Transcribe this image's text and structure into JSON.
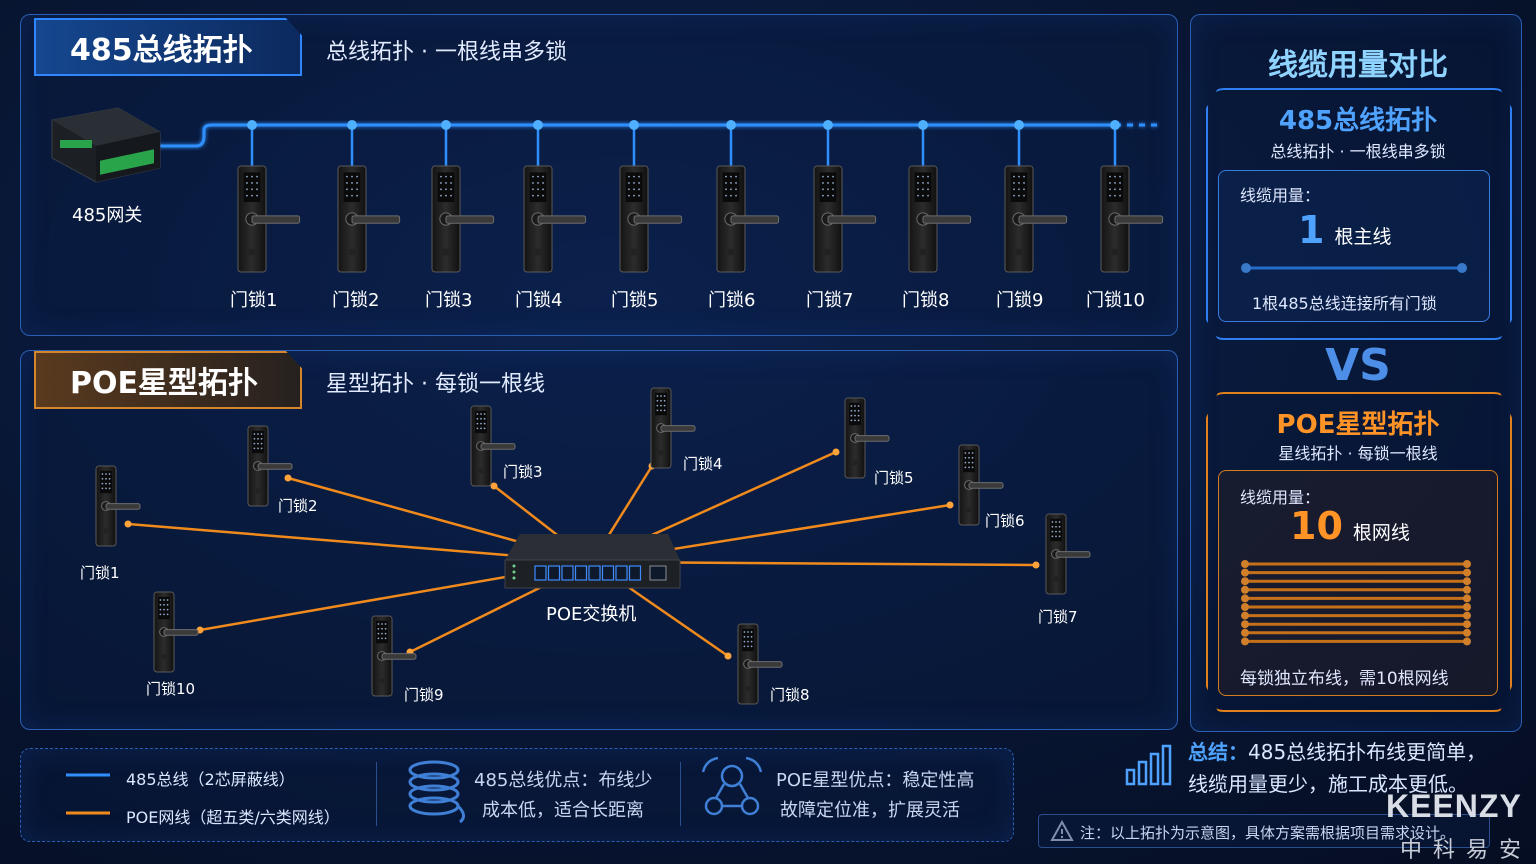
{
  "colors": {
    "blue": "#2f8fff",
    "orange": "#f08a1c",
    "accent_blue": "#4fa3ff",
    "accent_orange": "#ff9326"
  },
  "bus": {
    "title": "485总线拓扑",
    "subtitle": "总线拓扑 · 一根线串多锁",
    "gateway_label": "485网关",
    "locks": [
      "门锁1",
      "门锁2",
      "门锁3",
      "门锁4",
      "门锁5",
      "门锁6",
      "门锁7",
      "门锁8",
      "门锁9",
      "门锁10"
    ]
  },
  "poe": {
    "title": "POE星型拓扑",
    "subtitle": "星型拓扑 · 每锁一根线",
    "switch_label": "POE交换机",
    "locks": [
      "门锁1",
      "门锁2",
      "门锁3",
      "门锁4",
      "门锁5",
      "门锁6",
      "门锁7",
      "门锁8",
      "门锁9",
      "门锁10"
    ]
  },
  "compare": {
    "title": "线缆用量对比",
    "bus_title": "485总线拓扑",
    "bus_sub": "总线拓扑 · 一根线串多锁",
    "usage_label": "线缆用量：",
    "bus_count": "1",
    "bus_unit": "根主线",
    "bus_note": "1根485总线连接所有门锁",
    "vs": "VS",
    "poe_title": "POE星型拓扑",
    "poe_sub": "星线拓扑 · 每锁一根线",
    "poe_count": "10",
    "poe_unit": "根网线",
    "poe_note": "每锁独立布线，需10根网线"
  },
  "legend": {
    "bus_line": "485总线（2芯屏蔽线）",
    "poe_line": "POE网线（超五类/六类网线）"
  },
  "advantages": {
    "bus_line1": "485总线优点：布线少",
    "bus_line2": "成本低，适合长距离",
    "poe_line1": "POE星型优点：稳定性高",
    "poe_line2": "故障定位准，扩展灵活"
  },
  "summary": {
    "label": "总结：",
    "line1": "485总线拓扑布线更简单，",
    "line2": "线缆用量更少，施工成本更低。",
    "note": "注：以上拓扑为示意图，具体方案需根据项目需求设计。"
  },
  "brand": {
    "name": "KEENZY",
    "cn": "中 科 易 安"
  }
}
